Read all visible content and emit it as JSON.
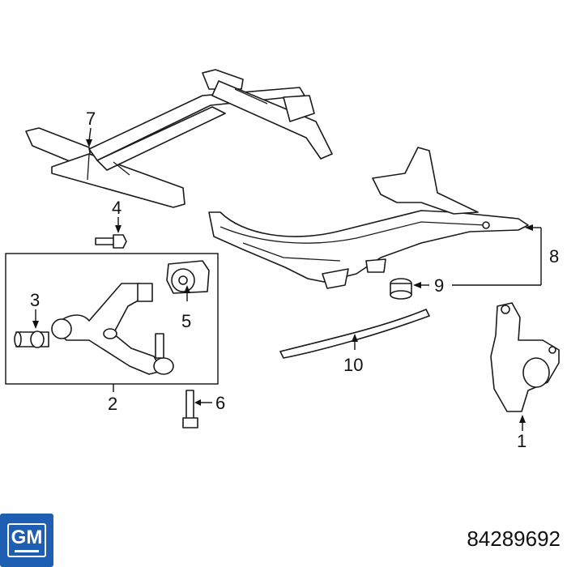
{
  "callouts": {
    "c1": "1",
    "c2": "2",
    "c3": "3",
    "c4": "4",
    "c5": "5",
    "c6": "6",
    "c7": "7",
    "c8": "8",
    "c9": "9",
    "c10": "10"
  },
  "brand": {
    "logo_text": "GM",
    "color": "#1e5fb3"
  },
  "part_number": "84289692"
}
